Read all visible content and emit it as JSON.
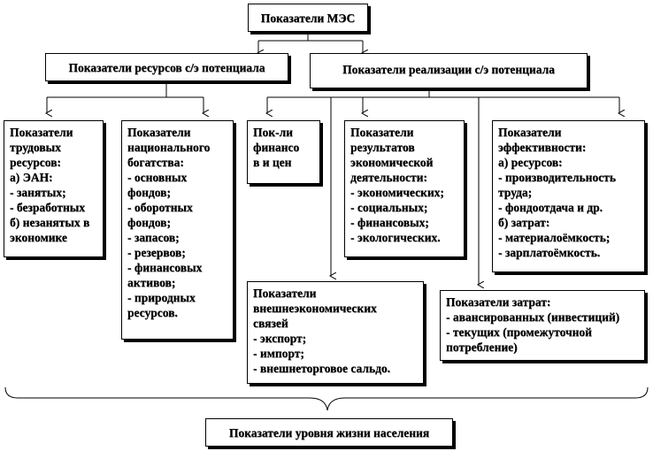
{
  "root": {
    "title": "Показатели МЭС"
  },
  "level1": {
    "resources": "Показатели ресурсов с/э потенциала",
    "realization": "Показатели реализации с/э потенциала"
  },
  "labor": {
    "lines": [
      "Показатели",
      "трудовых",
      "ресурсов:",
      "а) ЭАН:",
      "- занятых;",
      "- безработных",
      "б) незанятых в",
      "экономике"
    ]
  },
  "wealth": {
    "lines": [
      "Показатели",
      "национального",
      "богатства:",
      "- основных",
      "фондов;",
      "- оборотных",
      "фондов;",
      "- запасов;",
      "- резервов;",
      "- финансовых",
      "активов;",
      "- природных",
      "ресурсов."
    ]
  },
  "finance": {
    "lines": [
      "Пок-ли",
      "финансо",
      "в и цен"
    ]
  },
  "results": {
    "lines": [
      "Показатели",
      "результатов",
      "экономической",
      "деятельности:",
      "- экономических;",
      "- социальных;",
      "- финансовых;",
      "- экологических."
    ]
  },
  "efficiency": {
    "lines": [
      "Показатели",
      "эффективности:",
      "а) ресурсов:",
      "-    производительность",
      "труда;",
      "- фондоотдача и др.",
      "б) затрат:",
      "- материалоёмкость;",
      "- зарплатоёмкость."
    ]
  },
  "foreign": {
    "lines": [
      "Показатели",
      "внешнеэкономических",
      "связей",
      "- экспорт;",
      "- импорт;",
      "- внешнеторговое сальдо."
    ]
  },
  "costs": {
    "lines": [
      "Показатели затрат:",
      "- авансированных (инвестиций)",
      "- текущих  (промежуточной",
      "потребление)"
    ]
  },
  "bottom": {
    "title": "Показатели уровня жизни населения"
  }
}
